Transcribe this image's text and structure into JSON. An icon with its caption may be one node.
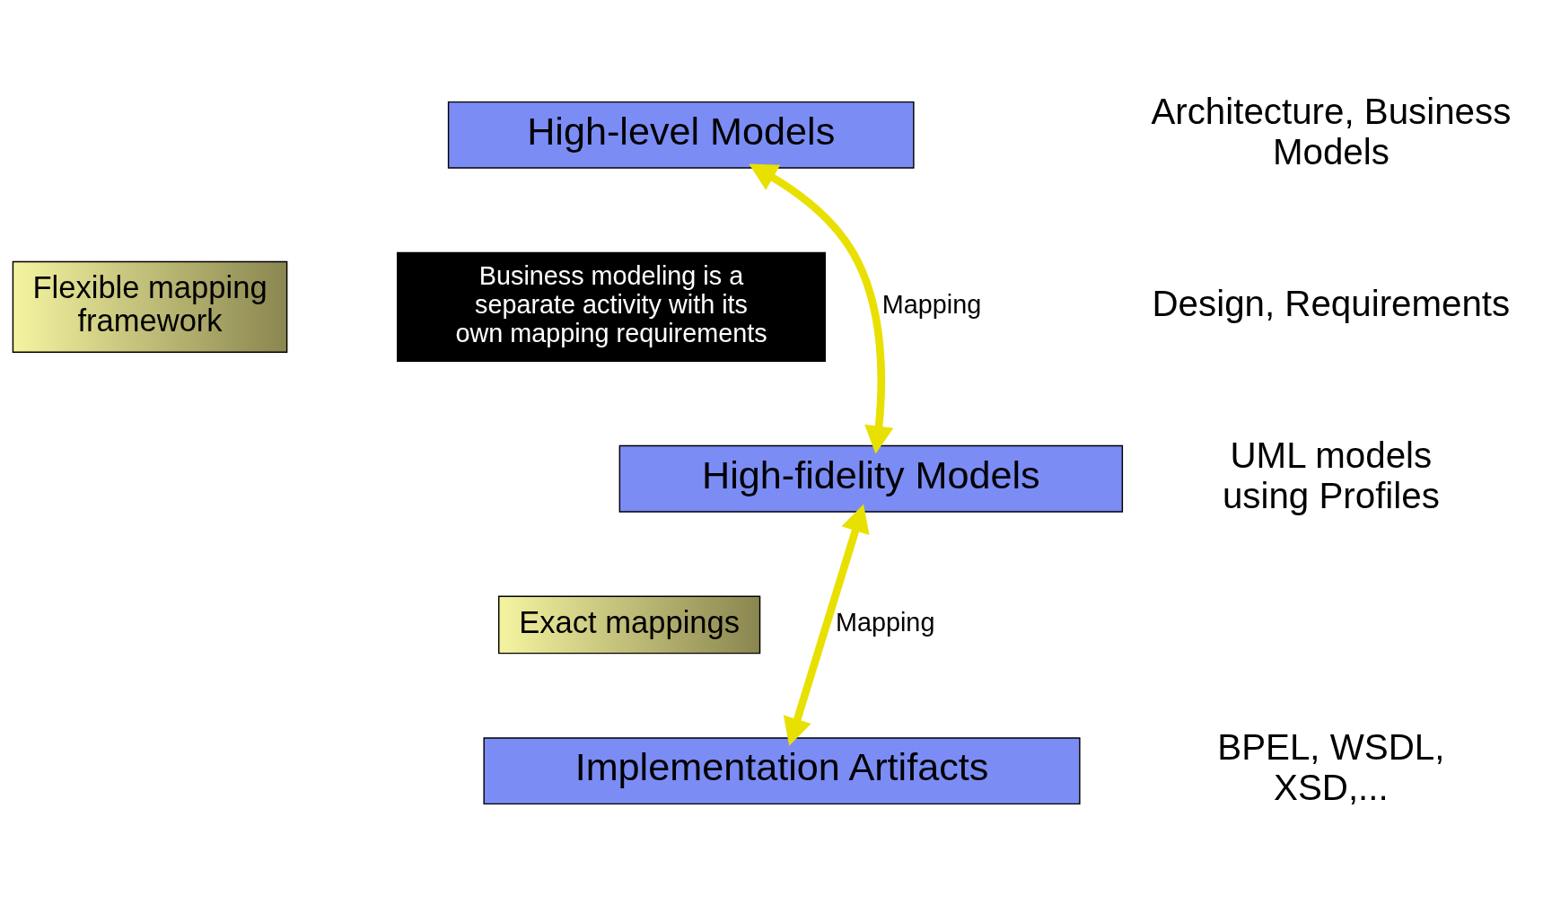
{
  "diagram": {
    "nodes": [
      {
        "text": [
          "High-level Models"
        ]
      },
      {
        "text": [
          "Flexible mapping framework"
        ]
      },
      {
        "text": [
          "High-fidelity Models"
        ]
      },
      {
        "text": [
          "Exact mappings"
        ]
      },
      {
        "text": [
          "Implementation Artifacts"
        ]
      },
      {
        "text": [
          "Business modeling is a separate activity with its own mapping requirements"
        ]
      }
    ],
    "edges": [
      {
        "from": 0,
        "to": 2,
        "arrow": "both",
        "label": "Mapping"
      },
      {
        "from": 2,
        "to": 4,
        "arrow": "both",
        "label": "Mapping"
      }
    ],
    "labels": [
      "Architecture, Business Models",
      "Design, Requirements",
      "UML models using Profiles",
      "BPEL, WSDL, XSD,..."
    ]
  }
}
